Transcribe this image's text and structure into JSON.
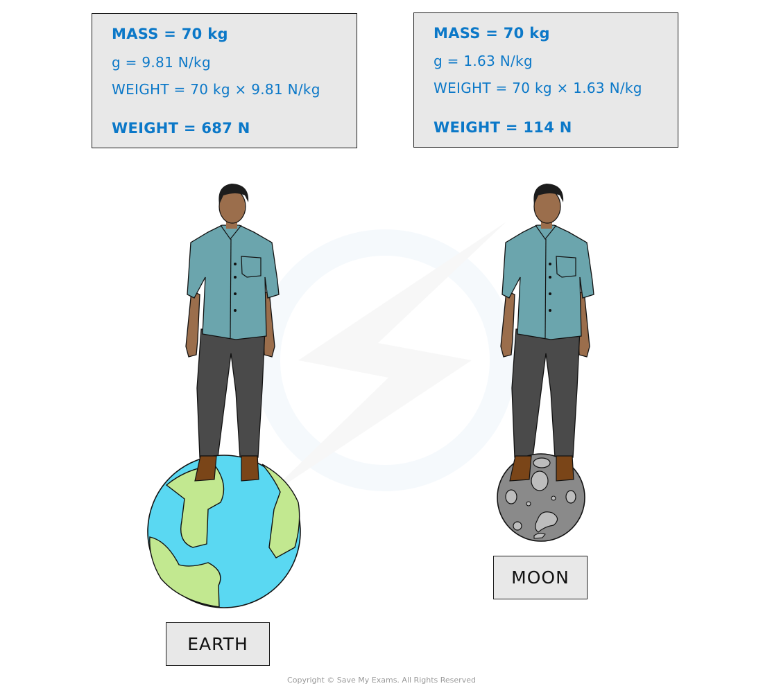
{
  "earth_panel": {
    "mass_line": "MASS = 70 kg",
    "g_line": "g = 9.81 N/kg",
    "calc_line": "WEIGHT = 70 kg × 9.81 N/kg",
    "result_line": "WEIGHT = 687 N",
    "label": "EARTH"
  },
  "moon_panel": {
    "mass_line": "MASS = 70 kg",
    "g_line": "g = 1.63 N/kg",
    "calc_line": "WEIGHT = 70 kg × 1.63 N/kg",
    "result_line": "WEIGHT = 114 N",
    "label": "MOON"
  },
  "footer": {
    "copyright": "Copyright © Save My Exams. All Rights Reserved"
  },
  "colors": {
    "text_blue": "#0b78c8",
    "box_fill": "#e8e8e8",
    "shirt": "#6ba5ad",
    "trousers": "#4a4a4a",
    "skin": "#9b6e4c",
    "hair": "#1c1c1c",
    "shoes": "#7a4518",
    "earth_ocean": "#5ad8f2",
    "earth_land": "#c2e890",
    "moon_surface": "#8a8a8a",
    "moon_crater": "#bdbdbd"
  }
}
